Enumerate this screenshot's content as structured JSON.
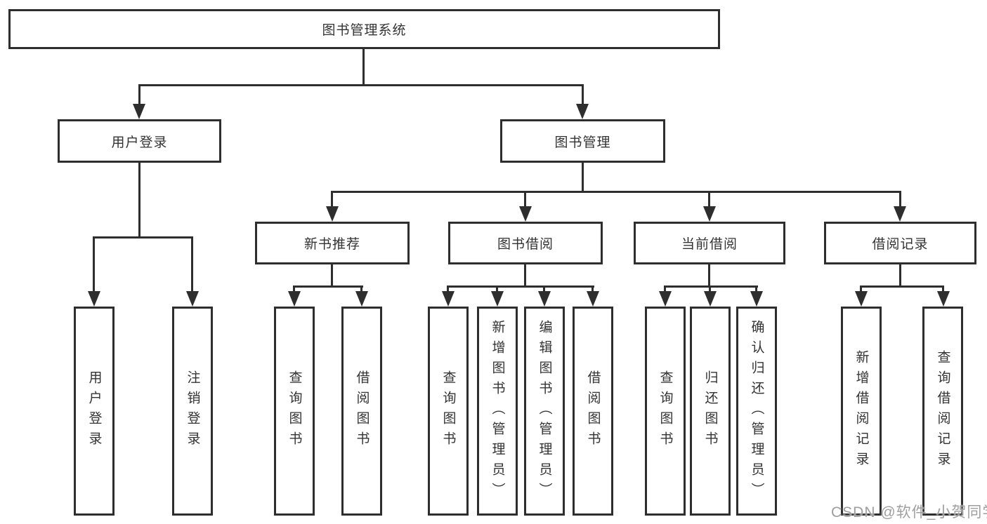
{
  "diagram": {
    "title_hint": "library management system function structure",
    "root": {
      "label": "图书管理系统"
    },
    "branches": [
      {
        "label": "用户登录",
        "children": [
          {
            "label": "用户登录"
          },
          {
            "label": "注销登录"
          }
        ]
      },
      {
        "label": "图书管理",
        "children": [
          {
            "label": "新书推荐",
            "children": [
              {
                "label": "查询图书"
              },
              {
                "label": "借阅图书"
              }
            ]
          },
          {
            "label": "图书借阅",
            "children": [
              {
                "label": "查询图书"
              },
              {
                "label": "新增图书（管理员）"
              },
              {
                "label": "编辑图书（管理员）"
              },
              {
                "label": "借阅图书"
              }
            ]
          },
          {
            "label": "当前借阅",
            "children": [
              {
                "label": "查询图书"
              },
              {
                "label": "归还图书"
              },
              {
                "label": "确认归还（管理员）"
              }
            ]
          },
          {
            "label": "借阅记录",
            "children": [
              {
                "label": "新增借阅记录"
              },
              {
                "label": "查询借阅记录"
              }
            ]
          }
        ]
      }
    ]
  },
  "watermark": {
    "text": "CSDN @软件_小贺同学",
    "color": "#9e9e9e"
  },
  "colors": {
    "line": "#2e2e2e",
    "box_background": "#ffffff",
    "text": "#333333"
  }
}
